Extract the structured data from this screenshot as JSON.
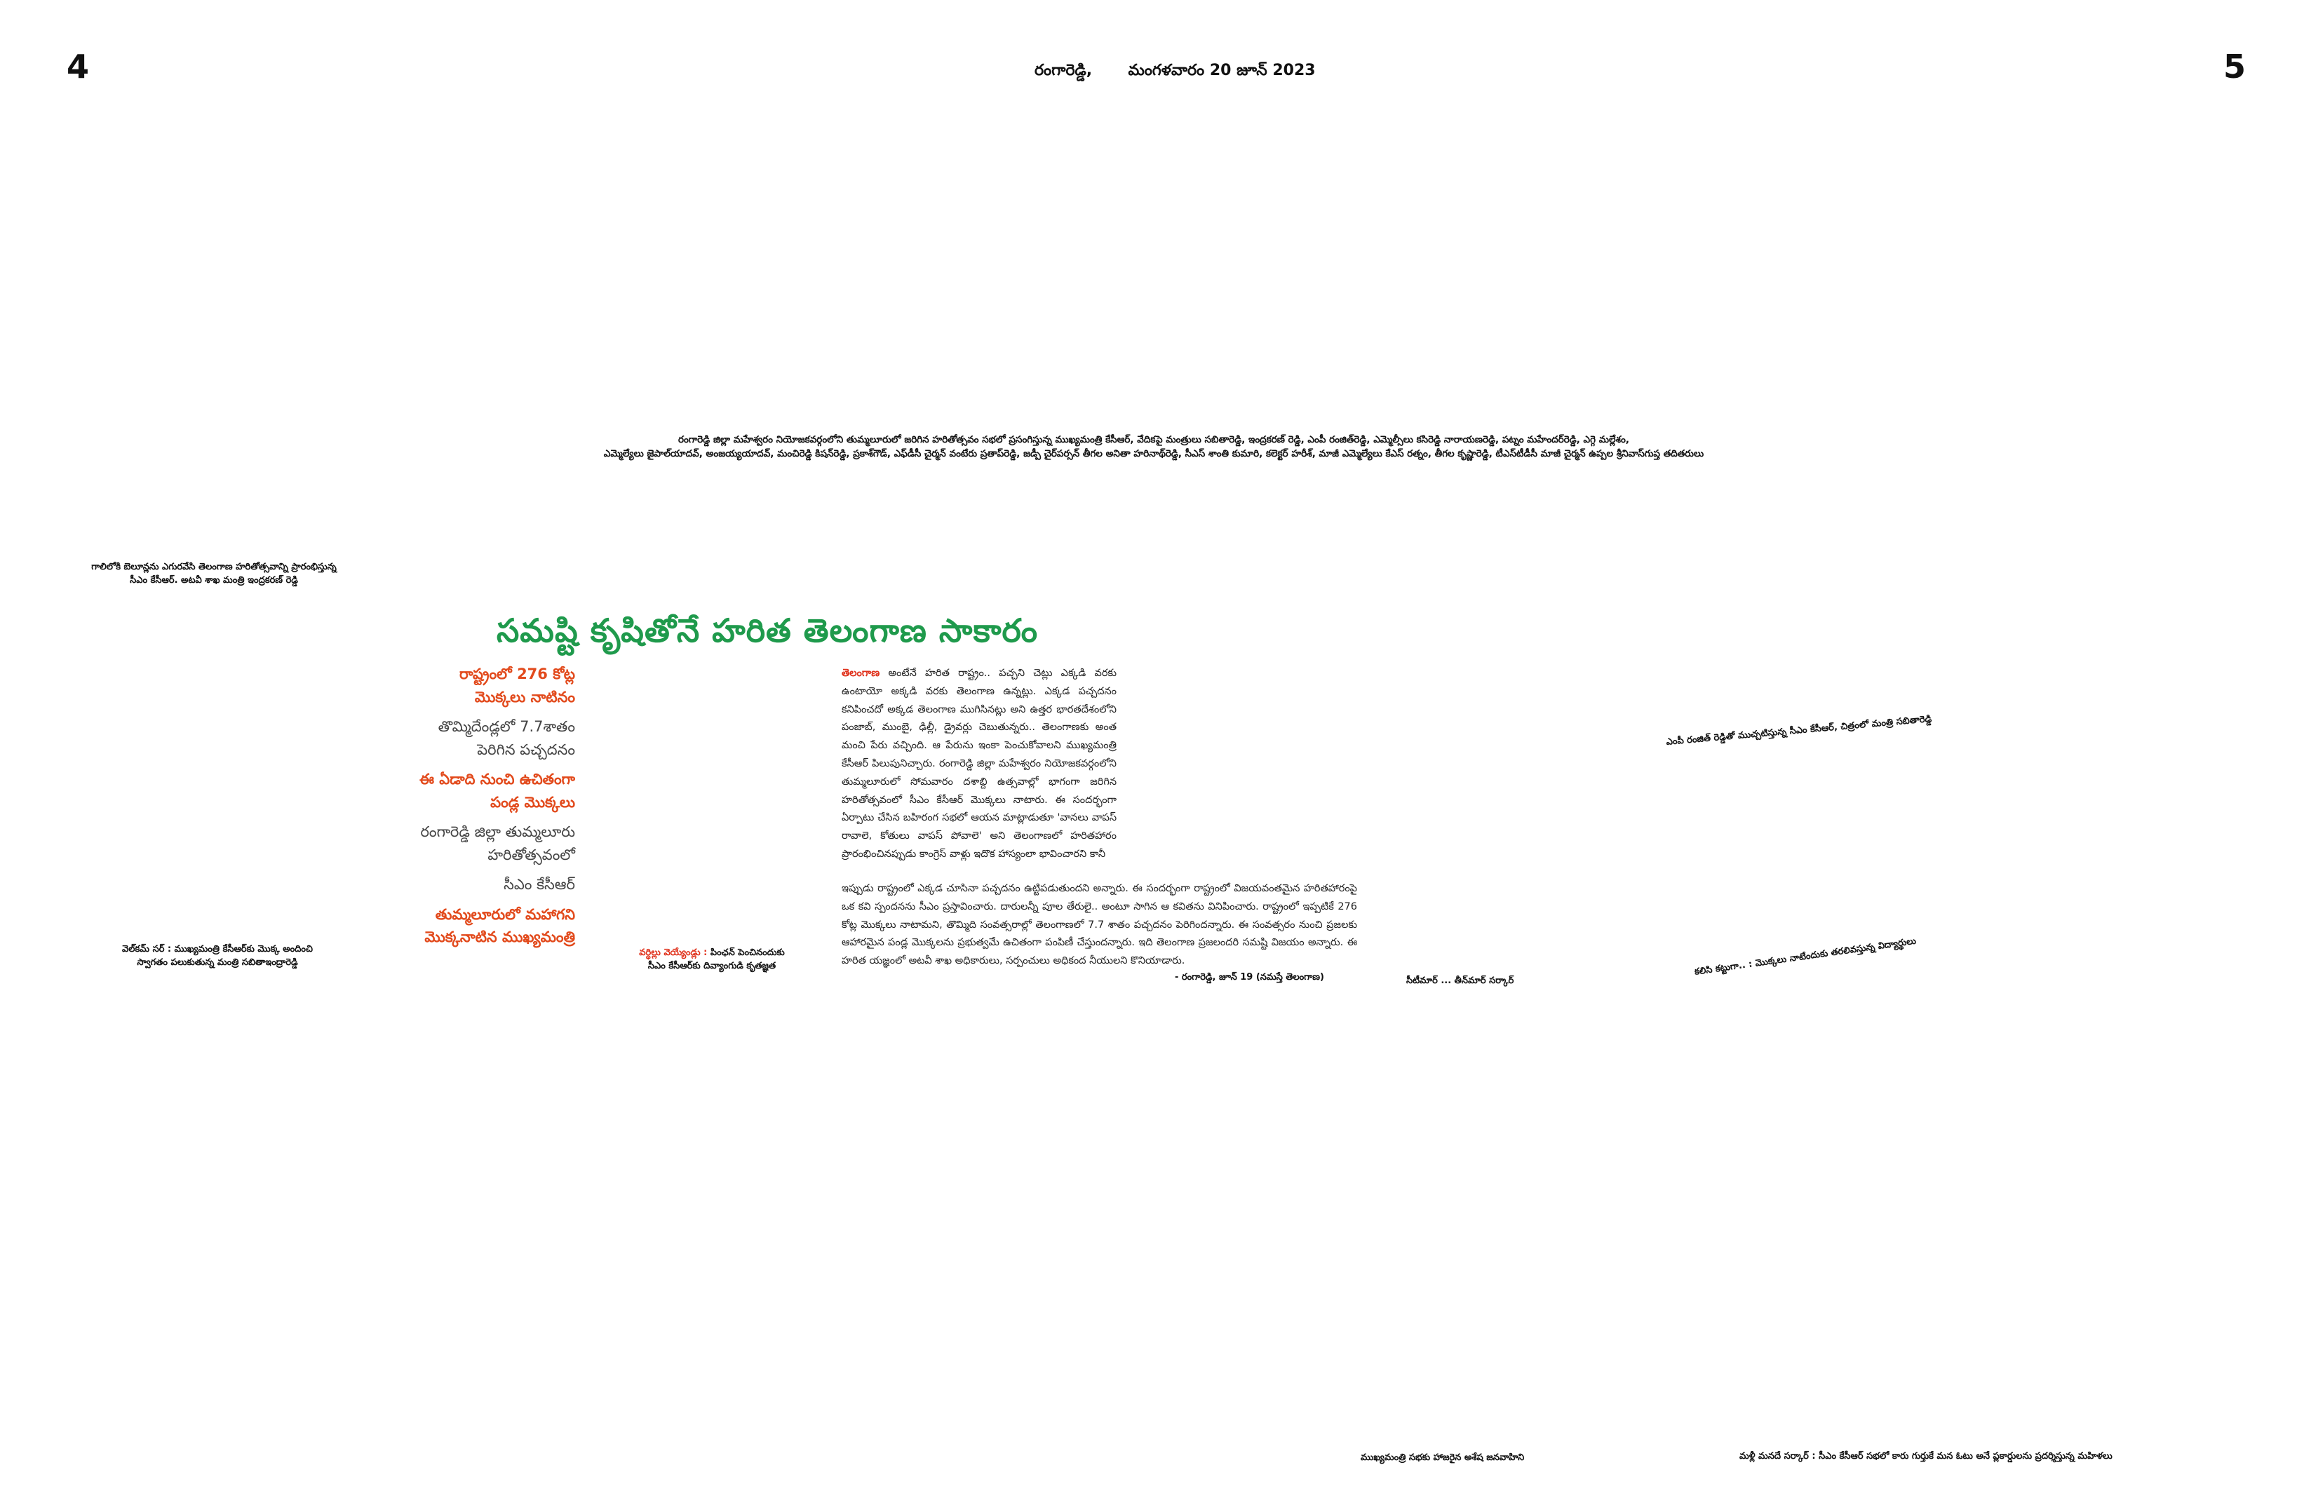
{
  "page": {
    "left_number": "4",
    "right_number": "5",
    "dateline_place": "రంగారెడ్డి,",
    "dateline_date": "మంగళవారం 20 జూన్ 2023"
  },
  "top_caption": {
    "line1": "రంగారెడ్డి జిల్లా మహేశ్వరం నియోజకవర్గంలోని తుమ్మలూరులో జరిగిన హరితోత్సవం సభలో ప్రసంగిస్తున్న ముఖ్యమంత్రి కేసీఆర్, వేదికపై మంత్రులు సబితారెడ్డి, ఇంద్రకరణ్ రెడ్డి, ఎంపీ రంజిత్‌రెడ్డి, ఎమ్మెల్సీలు కసిరెడ్డి నారాయణరెడ్డి, పట్నం మహేందర్‌రెడ్డి, ఎగ్గె మల్లేశం,",
    "line2": "ఎమ్మెల్యేలు జైపాల్‌యాదవ్, అంజయ్యయాదవ్, మంచిరెడ్డి కిషన్‌రెడ్డి, ప్రకాశ్‌గౌడ్, ఎఫ్‌డీసీ చైర్మన్ వంటేరు ప్రతాప్‌రెడ్డి, జడ్పీ చైర్‌పర్సన్ తీగల అనితా హరినాథ్‌రెడ్డి, సీఎస్ శాంతి కుమారి, కలెక్టర్ హరీశ్, మాజీ ఎమ్మెల్యేలు కేఎస్ రత్నం, తీగల కృష్ణారెడ్డి, టీఎస్‌టీడీసీ మాజీ చైర్మన్ ఉప్పల శ్రీనివాస్‌గుప్త తదితరులు"
  },
  "captions": {
    "left_top_line1": "గాలిలోకి బెలూన్లను ఎగురవేసి తెలంగాణ హరితోత్సవాన్ని ప్రారంభిస్తున్న",
    "left_top_line2": "సీఎం కేసీఆర్. అటవీ శాఖ మంత్రి ఇంద్రకరణ్ రెడ్డి",
    "left_bottom_line1": "వెల్‌కమ్ సర్ : ముఖ్యమంత్రి కేసీఆర్‌కు మొక్క అందించి",
    "left_bottom_line2": "స్వాగతం పలుకుతున్న మంత్రి సబితాఇంద్రారెడ్డి",
    "center_bottom_label": "వర్ధిల్లు వెయ్యేండ్లు :",
    "center_bottom_line1": " పింఛన్ పెంచినందుకు",
    "center_bottom_line2": "సీఎం కేసీఆర్‌కు దివ్యాంగుడి కృతజ్ఞత",
    "right_top": "ఎంపీ రంజిత్ రెడ్డితో ముచ్చటిస్తున్న సీఎం కేసీఆర్, చిత్రంలో మంత్రి సబితారెడ్డి",
    "center_right_bottom": "సీటీమార్ ... తీన్‌మార్ సర్కార్",
    "right_mid": "కలిసి కట్టుగా.. : మొక్కలు నాటేందుకు తరలివస్తున్న విద్యార్థులు",
    "bottom_center": "ముఖ్యమంత్రి సభకు హాజరైన అశేష జనవాహిని",
    "bottom_right": "మళ్లీ మనదే సర్కార్ : సీఎం కేసీఆర్ సభలో కారు గుర్తుకే మన ఓటు అనే ప్లకార్డులను ప్రదర్శిస్తున్న మహిళలు"
  },
  "article": {
    "headline": "సమష్టి కృషితోనే హరిత తెలంగాణ సాకారం",
    "highlights": [
      {
        "text": "రాష్ట్రంలో 276 కోట్ల",
        "style": "red-mixed"
      },
      {
        "text": "మొక్కలు నాటినం",
        "style": "red"
      },
      {
        "text": "తొమ్మిదేండ్లలో 7.7శాతం",
        "style": "grey"
      },
      {
        "text": "పెరిగిన పచ్చదనం",
        "style": "grey"
      },
      {
        "text": "ఈ ఏడాది నుంచి ఉచితంగా",
        "style": "red"
      },
      {
        "text": "పండ్ల మొక్కలు",
        "style": "red"
      },
      {
        "text": "రంగారెడ్డి జిల్లా తుమ్మలూరు",
        "style": "grey"
      },
      {
        "text": "హరితోత్సవంలో",
        "style": "grey"
      },
      {
        "text": "సీఎం కేసీఆర్",
        "style": "grey"
      },
      {
        "text": "తుమ్మలూరులో మహాగని",
        "style": "red"
      },
      {
        "text": "మొక్కనాటిన ముఖ్యమంత్రి",
        "style": "red"
      }
    ],
    "lead_word": "తెలంగాణ",
    "body_narrow": "అంటేనే హరిత రాష్ట్రం.. పచ్చని చెట్లు ఎక్కడి వరకు ఉంటాయో అక్కడి వరకు తెలంగాణ ఉన్నట్లు. ఎక్కడ పచ్చదనం కనిపించదో అక్కడ తెలంగాణ ముగిసినట్లు అని ఉత్తర భారతదేశంలోని పంజాబ్, ముంబై, ఢిల్లీ, డ్రైవర్లు చెబుతున్నరు.. తెలంగాణకు అంత మంచి పేరు వచ్చింది. ఆ పేరును ఇంకా పెంచుకోవాలని ముఖ్యమంత్రి కేసీఆర్ పిలుపునిచ్చారు. రంగారెడ్డి జిల్లా మహేశ్వరం నియోజకవర్గంలోని తుమ్మలూరులో సోమవారం దశాబ్ది ఉత్సవాల్లో భాగంగా జరిగిన హరితోత్సవంలో సీఎం కేసీఆర్ మొక్కలు నాటారు. ఈ సందర్భంగా ఏర్పాటు చేసిన బహిరంగ సభలో ఆయన మాట్లాడుతూ 'వానలు వాపస్ రావాలె, కోతులు వాపస్ పోవాలె' అని తెలంగాణలో హరితహారం ప్రారంభించినప్పుడు కాంగ్రెస్ వాళ్లు ఇదొక హాస్యంలా భావించారని కానీ",
    "body_wide": "ఇప్పుడు రాష్ట్రంలో ఎక్కడ చూసినా పచ్చదనం ఉట్టిపడుతుందని అన్నారు. ఈ సందర్భంగా రాష్ట్రంలో విజయవంతమైన హరితహారంపై ఒక కవి స్పందనను సీఎం ప్రస్తావించారు. దారులన్నీ పూల తేరులై.. అంటూ సాగిన ఆ కవితను వినిపించారు. రాష్ట్రంలో ఇప్పటికే 276 కోట్ల మొక్కలు నాటామని, తొమ్మిది సంవత్సరాల్లో తెలంగాణలో 7.7 శాతం పచ్చదనం పెరిగిందన్నారు. ఈ సంవత్సరం నుంచి ప్రజలకు ఆహారమైన పండ్ల మొక్కలను ప్రభుత్వమే ఉచితంగా పంపిణీ చేస్తుందన్నారు. ఇది తెలంగాణ ప్రజలందరి సమష్టి విజయం అన్నారు. ఈ హరిత యజ్ఞంలో అటవీ శాఖ అధికారులు, సర్పంచులు అధికంద నీయులని కొనియాడారు.",
    "byline": "- రంగారెడ్డి, జూన్ 19 (నమస్తే తెలంగాణ)"
  }
}
